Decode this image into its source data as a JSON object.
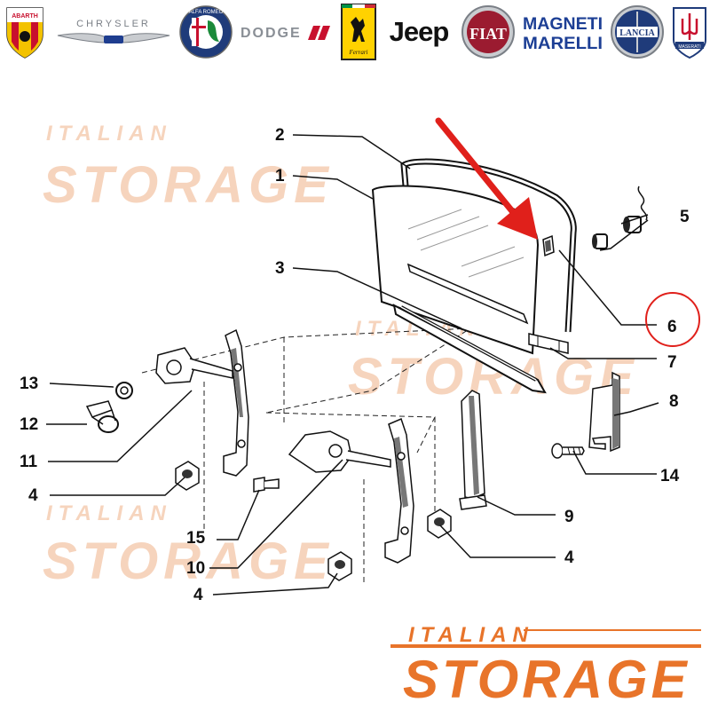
{
  "brands": [
    {
      "id": "abarth",
      "label": "ABARTH",
      "color": "#c8102e"
    },
    {
      "id": "chrysler",
      "label": "CHRYSLER",
      "color": "#7a7f86"
    },
    {
      "id": "alfa-romeo",
      "label": "ALFA ROMEO",
      "color": "#b5121b"
    },
    {
      "id": "dodge",
      "label": "DODGE",
      "color": "#8a8f96"
    },
    {
      "id": "ferrari",
      "label": "Ferrari",
      "color": "#ffd200"
    },
    {
      "id": "jeep",
      "label": "Jeep",
      "color": "#111111"
    },
    {
      "id": "fiat",
      "label": "FIAT",
      "color": "#9b1b30"
    },
    {
      "id": "magneti-marelli",
      "label": "MAGNETI MARELLI",
      "color": "#1d3f95"
    },
    {
      "id": "lancia",
      "label": "LANCIA",
      "color": "#1f3b7a"
    },
    {
      "id": "maserati",
      "label": "MASERATI",
      "color": "#1f3b7a"
    }
  ],
  "watermark": {
    "small": "ITALIAN",
    "big": "STORAGE",
    "color": "#f6d4bd"
  },
  "callouts": [
    "1",
    "2",
    "3",
    "4",
    "5",
    "6",
    "7",
    "8",
    "9",
    "10",
    "11",
    "12",
    "13",
    "14",
    "15"
  ],
  "highlight": {
    "part": "6",
    "arrow_color": "#e0201b",
    "circle_color": "#e0201b"
  },
  "footer": {
    "small": "ITALIAN",
    "big": "STORAGE",
    "color": "#e8742a"
  }
}
